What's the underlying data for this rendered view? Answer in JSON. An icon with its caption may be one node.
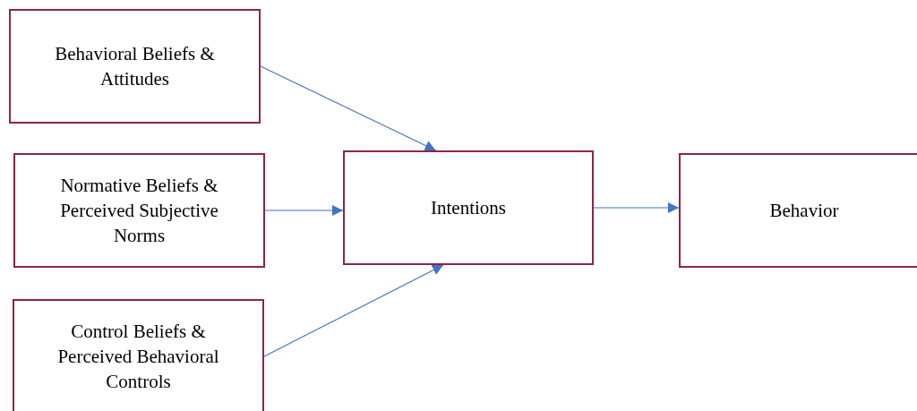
{
  "diagram": {
    "nodes": [
      {
        "text": [
          "Behavioral Beliefs & Attitudes"
        ]
      },
      {
        "text": [
          "Normative Beliefs & Perceived Subjective Norms"
        ]
      },
      {
        "text": [
          "Control Beliefs & Perceived Behavioral Controls"
        ]
      },
      {
        "text": [
          "Intentions"
        ]
      },
      {
        "text": [
          "Behavior"
        ]
      }
    ],
    "edges": [
      {
        "from": 0,
        "to": 3,
        "arrow": "to"
      },
      {
        "from": 1,
        "to": 3,
        "arrow": "to"
      },
      {
        "from": 2,
        "to": 3,
        "arrow": "to"
      },
      {
        "from": 3,
        "to": 4,
        "arrow": "to"
      }
    ]
  }
}
